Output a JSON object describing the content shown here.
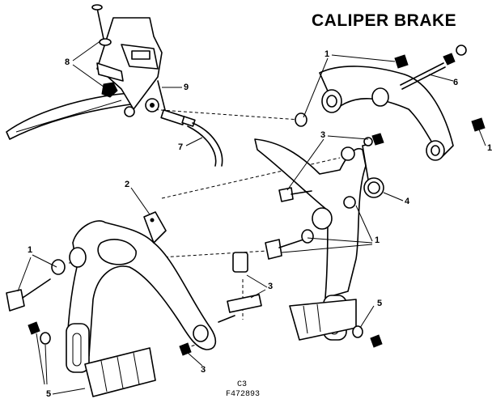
{
  "title": "CALIPER BRAKE",
  "callouts": {
    "c1a": "1",
    "c1b": "1",
    "c1c": "1",
    "c1d": "1",
    "c2": "2",
    "c3a": "3",
    "c3b": "3",
    "c3c": "3",
    "c4": "4",
    "c5a": "5",
    "c5b": "5",
    "c6": "6",
    "c7": "7",
    "c8": "8",
    "c9": "9"
  },
  "footer": {
    "code": "C3",
    "part_number": "F472893"
  }
}
